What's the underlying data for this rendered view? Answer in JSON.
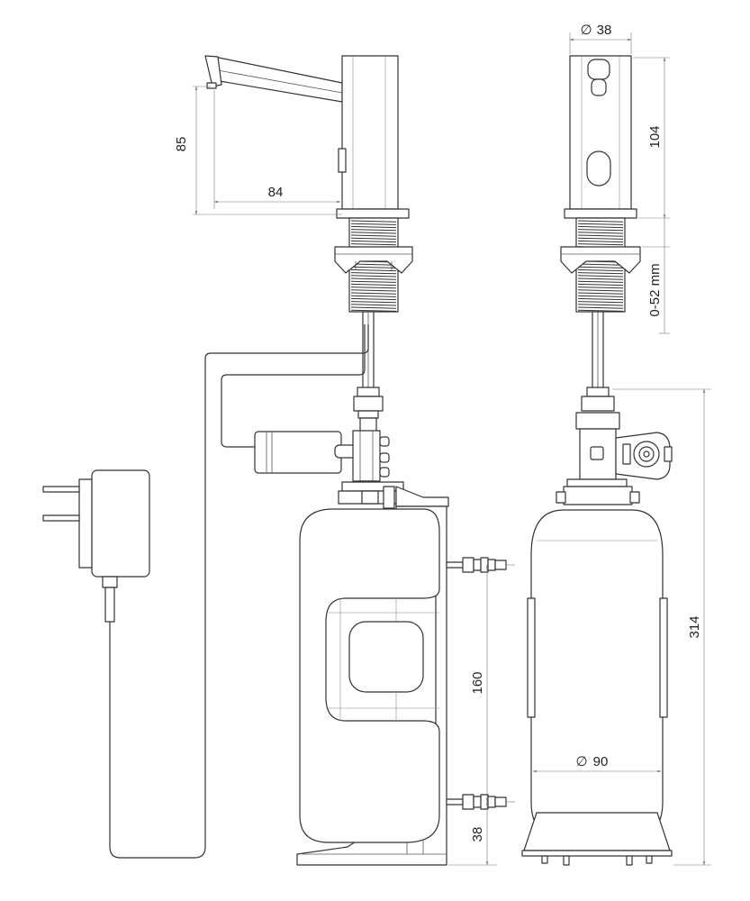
{
  "dimensions": {
    "spout_height": "85",
    "spout_reach": "84",
    "head_diameter_symbol": "∅",
    "head_diameter": "38",
    "head_height": "104",
    "deck_thickness": "0-52 mm",
    "overall_height": "314",
    "inlet_spacing": "160",
    "bottom_inlet_height": "38",
    "bottle_diameter_symbol": "∅",
    "bottle_diameter": "90"
  },
  "colors": {
    "line": "#333333",
    "dimension": "#777777",
    "background": "#ffffff"
  },
  "icons": [
    "power-adapter-plug",
    "solenoid-valve",
    "soap-bottle",
    "sensor-window"
  ]
}
